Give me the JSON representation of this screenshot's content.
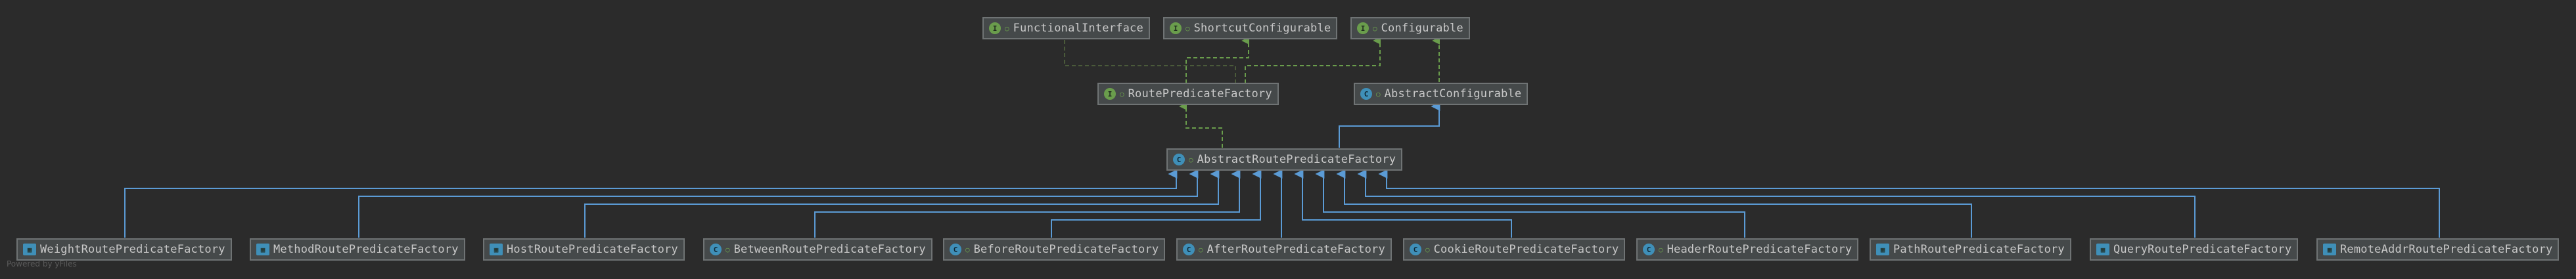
{
  "colors": {
    "background": "#2b2b2b",
    "node_fill": "#45494a",
    "node_border": "#6f7374",
    "implements_edge": "#6a9d4c",
    "extends_edge": "#5b9bd5",
    "interface_icon": "#6a9d4c",
    "class_icon": "#3f8fb8"
  },
  "nodes": {
    "functional_interface": {
      "label": "FunctionalInterface",
      "kind": "interface"
    },
    "shortcut_configurable": {
      "label": "ShortcutConfigurable",
      "kind": "interface"
    },
    "configurable": {
      "label": "Configurable",
      "kind": "interface"
    },
    "route_predicate_factory": {
      "label": "RoutePredicateFactory",
      "kind": "interface"
    },
    "abstract_configurable": {
      "label": "AbstractConfigurable",
      "kind": "abstract-class"
    },
    "abstract_route_predicate_factory": {
      "label": "AbstractRoutePredicateFactory",
      "kind": "abstract-class"
    }
  },
  "leaf_nodes": [
    {
      "label": "WeightRoutePredicateFactory",
      "icon": "class-leaf-icon"
    },
    {
      "label": "MethodRoutePredicateFactory",
      "icon": "class-leaf-icon"
    },
    {
      "label": "HostRoutePredicateFactory",
      "icon": "class-leaf-icon"
    },
    {
      "label": "BetweenRoutePredicateFactory",
      "icon": "class-icon"
    },
    {
      "label": "BeforeRoutePredicateFactory",
      "icon": "class-icon"
    },
    {
      "label": "AfterRoutePredicateFactory",
      "icon": "class-icon"
    },
    {
      "label": "CookieRoutePredicateFactory",
      "icon": "class-icon"
    },
    {
      "label": "HeaderRoutePredicateFactory",
      "icon": "class-icon"
    },
    {
      "label": "PathRoutePredicateFactory",
      "icon": "class-leaf-icon"
    },
    {
      "label": "QueryRoutePredicateFactory",
      "icon": "class-leaf-icon"
    },
    {
      "label": "RemoteAddrRoutePredicateFactory",
      "icon": "class-leaf-icon"
    }
  ],
  "watermark": "Powered by yFiles"
}
